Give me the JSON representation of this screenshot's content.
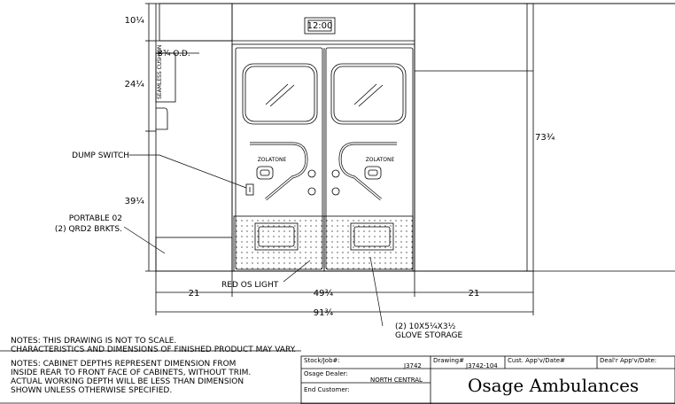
{
  "clock": "12:00",
  "door_brand": "ZOLATONE",
  "labels": {
    "dump_switch": "DUMP SWITCH",
    "portable_o2": "PORTABLE 02",
    "qrd2": "(2) QRD2 BRKTS.",
    "red_os_light": "RED OS LIGHT",
    "glove_storage_1": "(2) 10X5¼X3½",
    "glove_storage_2": "GLOVE STORAGE",
    "seamless_cushion": "SEAMLESS CUSHION",
    "od_dim": "8¾ O.D."
  },
  "dimensions": {
    "top_left": "10¼",
    "upper_left": "24¼",
    "lower_left": "39¼",
    "right_height": "73¾",
    "left_width": "21",
    "center_width": "49¾",
    "right_width": "21",
    "total_width": "91¾"
  },
  "notes": {
    "line1": "NOTES: THIS DRAWING IS NOT TO SCALE.",
    "line2": "CHARACTERISTICS AND DIMENSIONS OF FINISHED PRODUCT MAY VARY.",
    "line3": "NOTES: CABINET DEPTHS REPRESENT DIMENSION FROM",
    "line4": "INSIDE REAR TO FRONT FACE OF CABINETS, WITHOUT TRIM.",
    "line5": "ACTUAL WORKING DEPTH WILL BE LESS THAN DIMENSION",
    "line6": "SHOWN UNLESS OTHERWISE SPECIFIED."
  },
  "title_block": {
    "stock_label": "Stock/Job#:",
    "stock_value": "J3742",
    "drawing_label": "Drawing#",
    "drawing_value": "J3742-104",
    "cust_label": "Cust. App'v/Date#",
    "dealer_appv_label": "Deal'r App'v/Date:",
    "dealer_label": "Osage Dealer:",
    "dealer_value": "NORTH CENTRAL",
    "end_customer_label": "End Customer:",
    "company": "Osage Ambulances"
  }
}
